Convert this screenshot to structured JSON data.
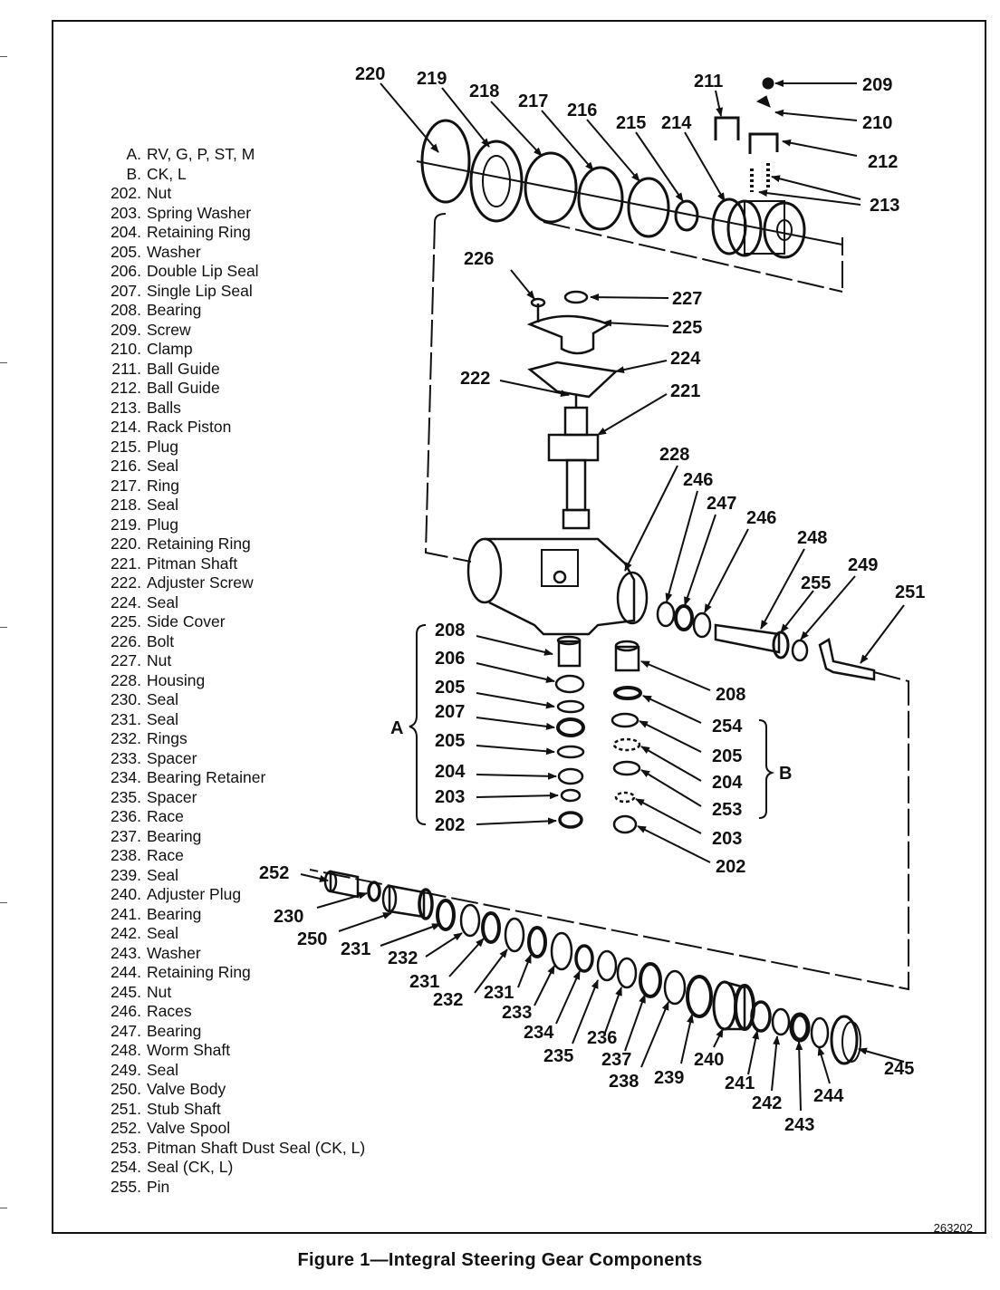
{
  "caption": "Figure 1—Integral Steering Gear Components",
  "figure_id": "263202",
  "legend": [
    {
      "num": "A.",
      "text": "RV, G, P, ST, M"
    },
    {
      "num": "B.",
      "text": "CK, L"
    },
    {
      "num": "202.",
      "text": "Nut"
    },
    {
      "num": "203.",
      "text": "Spring Washer"
    },
    {
      "num": "204.",
      "text": "Retaining Ring"
    },
    {
      "num": "205.",
      "text": "Washer"
    },
    {
      "num": "206.",
      "text": "Double Lip Seal"
    },
    {
      "num": "207.",
      "text": "Single Lip Seal"
    },
    {
      "num": "208.",
      "text": "Bearing"
    },
    {
      "num": "209.",
      "text": "Screw"
    },
    {
      "num": "210.",
      "text": "Clamp"
    },
    {
      "num": "211.",
      "text": "Ball Guide"
    },
    {
      "num": "212.",
      "text": "Ball Guide"
    },
    {
      "num": "213.",
      "text": "Balls"
    },
    {
      "num": "214.",
      "text": "Rack Piston"
    },
    {
      "num": "215.",
      "text": "Plug"
    },
    {
      "num": "216.",
      "text": "Seal"
    },
    {
      "num": "217.",
      "text": "Ring"
    },
    {
      "num": "218.",
      "text": "Seal"
    },
    {
      "num": "219.",
      "text": "Plug"
    },
    {
      "num": "220.",
      "text": "Retaining Ring"
    },
    {
      "num": "221.",
      "text": "Pitman Shaft"
    },
    {
      "num": "222.",
      "text": "Adjuster Screw"
    },
    {
      "num": "224.",
      "text": "Seal"
    },
    {
      "num": "225.",
      "text": "Side Cover"
    },
    {
      "num": "226.",
      "text": "Bolt"
    },
    {
      "num": "227.",
      "text": "Nut"
    },
    {
      "num": "228.",
      "text": "Housing"
    },
    {
      "num": "230.",
      "text": "Seal"
    },
    {
      "num": "231.",
      "text": "Seal"
    },
    {
      "num": "232.",
      "text": "Rings"
    },
    {
      "num": "233.",
      "text": "Spacer"
    },
    {
      "num": "234.",
      "text": "Bearing Retainer"
    },
    {
      "num": "235.",
      "text": "Spacer"
    },
    {
      "num": "236.",
      "text": "Race"
    },
    {
      "num": "237.",
      "text": "Bearing"
    },
    {
      "num": "238.",
      "text": "Race"
    },
    {
      "num": "239.",
      "text": "Seal"
    },
    {
      "num": "240.",
      "text": "Adjuster Plug"
    },
    {
      "num": "241.",
      "text": "Bearing"
    },
    {
      "num": "242.",
      "text": "Seal"
    },
    {
      "num": "243.",
      "text": "Washer"
    },
    {
      "num": "244.",
      "text": "Retaining Ring"
    },
    {
      "num": "245.",
      "text": "Nut"
    },
    {
      "num": "246.",
      "text": "Races"
    },
    {
      "num": "247.",
      "text": "Bearing"
    },
    {
      "num": "248.",
      "text": "Worm Shaft"
    },
    {
      "num": "249.",
      "text": "Seal"
    },
    {
      "num": "250.",
      "text": "Valve Body"
    },
    {
      "num": "251.",
      "text": "Stub Shaft"
    },
    {
      "num": "252.",
      "text": "Valve Spool"
    },
    {
      "num": "253.",
      "text": "Pitman Shaft Dust Seal (CK, L)"
    },
    {
      "num": "254.",
      "text": "Seal (CK, L)"
    },
    {
      "num": "255.",
      "text": "Pin"
    }
  ],
  "callouts": {
    "c220": "220",
    "c219": "219",
    "c218": "218",
    "c217": "217",
    "c216": "216",
    "c215": "215",
    "c214": "214",
    "c211": "211",
    "c209": "209",
    "c210": "210",
    "c212": "212",
    "c213": "213",
    "c226": "226",
    "c227": "227",
    "c225": "225",
    "c224": "224",
    "c222": "222",
    "c221": "221",
    "c228": "228",
    "c246a": "246",
    "c247": "247",
    "c246b": "246",
    "c248": "248",
    "c255": "255",
    "c249": "249",
    "c251": "251",
    "c208a": "208",
    "c206": "206",
    "c205a": "205",
    "c207": "207",
    "c205b": "205",
    "c204a": "204",
    "c203a": "203",
    "c202a": "202",
    "c208b": "208",
    "c254": "254",
    "c205c": "205",
    "c204b": "204",
    "c253": "253",
    "c203b": "203",
    "c202b": "202",
    "c252": "252",
    "c230": "230",
    "c250": "250",
    "c231a": "231",
    "c232a": "232",
    "c231b": "231",
    "c232b": "232",
    "c231c": "231",
    "c233": "233",
    "c234": "234",
    "c235": "235",
    "c236": "236",
    "c237": "237",
    "c238": "238",
    "c239": "239",
    "c240": "240",
    "c241": "241",
    "c242": "242",
    "c243": "243",
    "c244": "244",
    "c245": "245"
  },
  "groups": {
    "a": "A",
    "b": "B"
  }
}
